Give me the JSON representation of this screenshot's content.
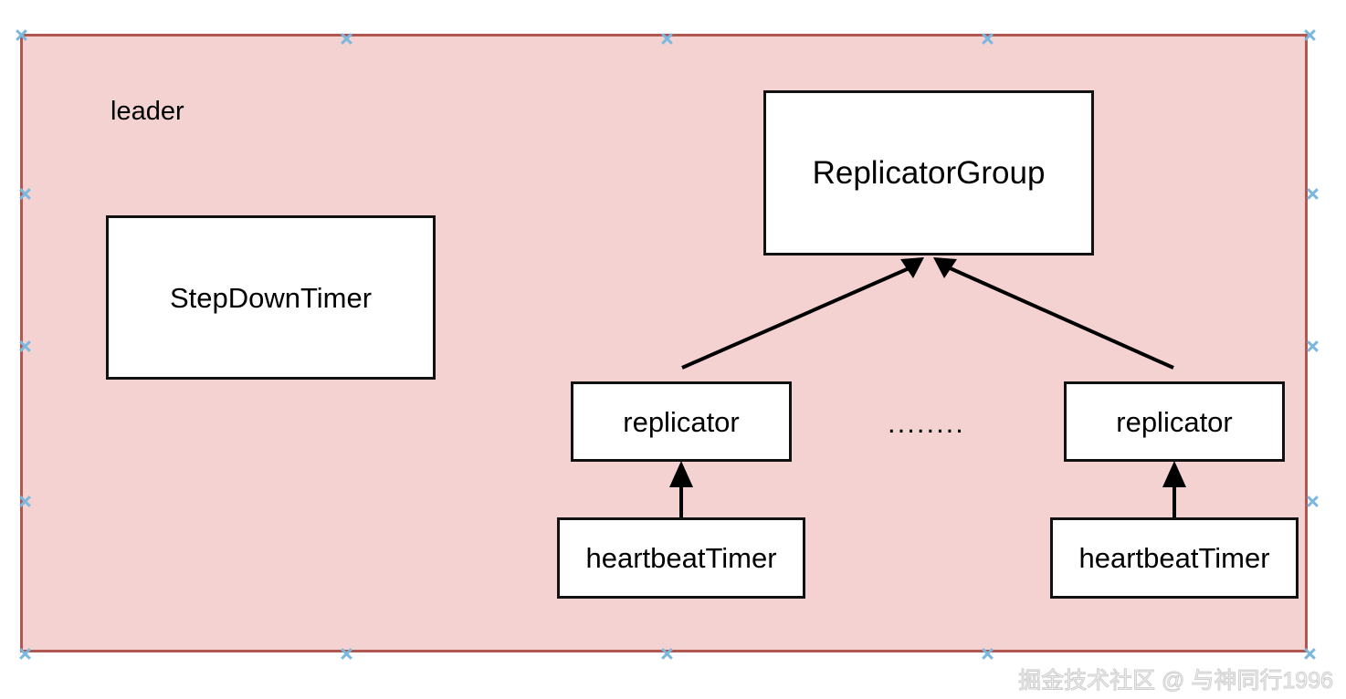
{
  "diagram": {
    "title": "leader",
    "container": {
      "label": "leader",
      "fill_color": "#f4d2d2",
      "border_color": "#b0574f",
      "selected": true
    },
    "nodes": [
      {
        "id": "replicatorgroup",
        "label": "ReplicatorGroup"
      },
      {
        "id": "stepdowntimer",
        "label": "StepDownTimer"
      },
      {
        "id": "replicator_left",
        "label": "replicator"
      },
      {
        "id": "replicator_right",
        "label": "replicator"
      },
      {
        "id": "heartbeattimer_left",
        "label": "heartbeatTimer"
      },
      {
        "id": "heartbeattimer_right",
        "label": "heartbeatTimer"
      }
    ],
    "separator": "........",
    "edges": [
      {
        "from": "replicator_left",
        "to": "replicatorgroup",
        "arrow": "to"
      },
      {
        "from": "replicator_right",
        "to": "replicatorgroup",
        "arrow": "to"
      },
      {
        "from": "heartbeattimer_left",
        "to": "replicator_left",
        "arrow": "to"
      },
      {
        "from": "heartbeattimer_right",
        "to": "replicator_right",
        "arrow": "to"
      }
    ]
  },
  "watermark": {
    "text": "掘金技术社区 @ 与神同行1996"
  }
}
